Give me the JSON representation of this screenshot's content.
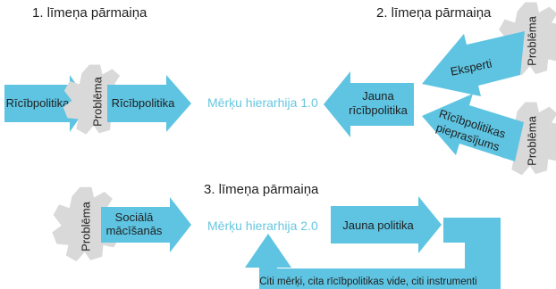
{
  "headings": {
    "level1": "1. līmeņa pārmaiņa",
    "level2": "2. līmeņa pārmaiņa",
    "level3": "3. līmeņa pārmaiņa"
  },
  "level1": {
    "arrow_left": "Rīcībpolitika",
    "gear": "Problēma",
    "arrow_right": "Rīcībpolitika",
    "target": "Mērķu hierarhija 1.0"
  },
  "level2": {
    "arrow_main_line1": "Jauna",
    "arrow_main_line2": "rīcībpolitika",
    "arrow_top": "Eksperti",
    "gear_top": "Problēma",
    "arrow_bottom_line1": "Rīcībpolitikas",
    "arrow_bottom_line2": "pieprasījums",
    "gear_bottom": "Problēma"
  },
  "level3": {
    "gear": "Problēma",
    "arrow_line1": "Sociālā",
    "arrow_line2": "mācīšanās",
    "target": "Mērķu hierarhija 2.0",
    "policy": "Jauna politika",
    "feedback": "Citi mērķi, cita rīcībpolitikas vide, citi instrumenti"
  },
  "colors": {
    "arrow": "#5ec4e2",
    "gear": "#d9d9d9",
    "hierarchy_text": "#67c6e0",
    "text": "#1f1f1f"
  }
}
